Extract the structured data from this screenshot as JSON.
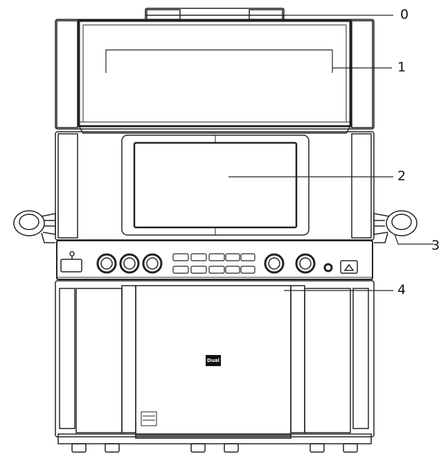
{
  "diagram": {
    "callouts": [
      {
        "id": "0",
        "label": "0"
      },
      {
        "id": "1",
        "label": "1"
      },
      {
        "id": "2",
        "label": "2"
      },
      {
        "id": "3",
        "label": "3"
      },
      {
        "id": "4",
        "label": "4"
      }
    ],
    "brand_logo": "Dual",
    "line_color": "#222222",
    "fill_color": "#ffffff"
  }
}
